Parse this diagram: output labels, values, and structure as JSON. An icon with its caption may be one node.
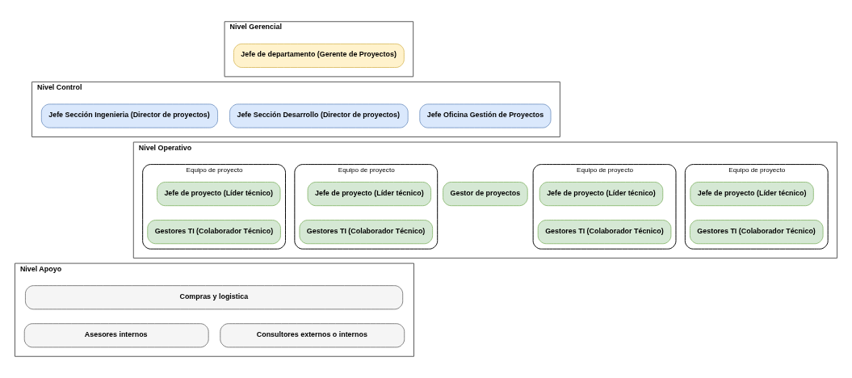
{
  "diagram": {
    "nodes": [
      {
        "text": [
          "Nivel Gerencial"
        ]
      },
      {
        "text": [
          "Jefe de departamento (Gerente de Proyectos)"
        ],
        "in": 0
      },
      {
        "text": [
          "Nivel Control"
        ]
      },
      {
        "text": [
          "Jefe Oficina Gestión de Proyectos"
        ],
        "in": 2
      },
      {
        "text": [
          "Jefe Sección Desarrollo (Director de proyectos)"
        ],
        "in": 2
      },
      {
        "text": [
          "Jefe Sección Ingenieria (Director de proyectos)"
        ],
        "in": 2
      },
      {
        "text": [
          "Nivel Operativo"
        ]
      },
      {
        "text": [
          "Gestor de proyectos"
        ],
        "in": 6
      },
      {
        "text": [
          "Equipo de proyecto"
        ],
        "in": 6
      },
      {
        "text": [
          "Jefe de proyecto (Líder técnico)"
        ],
        "in": 8
      },
      {
        "text": [
          "Gestores TI (Colaborador Técnico)"
        ],
        "in": 8
      },
      {
        "text": [
          "Equipo de proyecto"
        ],
        "in": 6
      },
      {
        "text": [
          "Jefe de proyecto (Líder técnico)"
        ],
        "in": 11
      },
      {
        "text": [
          "Gestores TI (Colaborador Técnico)"
        ],
        "in": 11
      },
      {
        "text": [
          "Equipo de proyecto"
        ],
        "in": 6
      },
      {
        "text": [
          "Jefe de proyecto (Líder técnico)"
        ],
        "in": 14
      },
      {
        "text": [
          "Gestores TI (Colaborador Técnico)"
        ],
        "in": 14
      },
      {
        "text": [
          "Equipo de proyecto"
        ],
        "in": 6
      },
      {
        "text": [
          "Jefe de proyecto (Líder técnico)"
        ],
        "in": 17
      },
      {
        "text": [
          "Gestores TI (Colaborador Técnico)"
        ],
        "in": 17
      },
      {
        "text": [
          "Nivel Apoyo"
        ]
      },
      {
        "text": [
          "Compras y logistica"
        ],
        "in": 20
      },
      {
        "text": [
          "Asesores internos"
        ],
        "in": 20
      },
      {
        "text": [
          "Consultores externos o internos"
        ],
        "in": 20
      }
    ],
    "edges": []
  }
}
